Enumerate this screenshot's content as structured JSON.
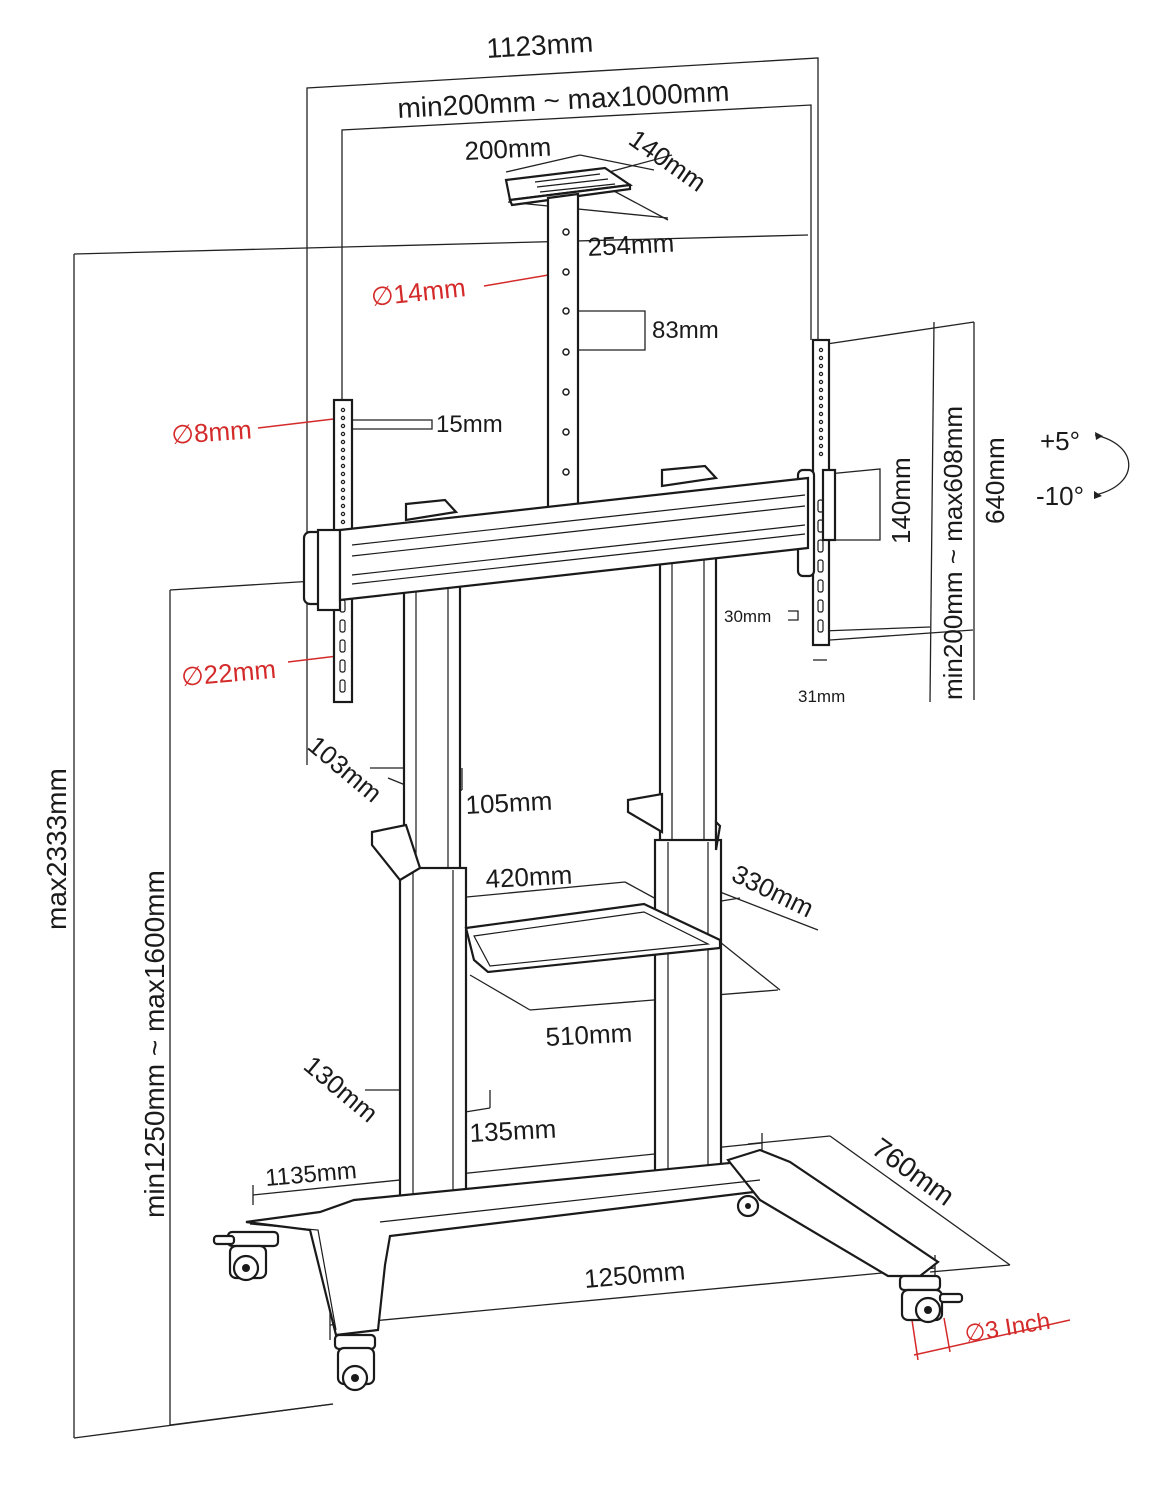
{
  "dimensions": {
    "overall_width": "1123mm",
    "vesa_range": "min200mm ~ max1000mm",
    "top_plate_width": "200mm",
    "top_plate_depth": "140mm",
    "top_plate_length": "254mm",
    "column_hole_diameter": "∅14mm",
    "column_hole_spacing": "83mm",
    "bracket_hole_diameter": "∅8mm",
    "bracket_hole_spacing": "15mm",
    "bracket_slot_diameter": "∅22mm",
    "vertical_range": "min200mm ~ max608mm",
    "bracket_length": "640mm",
    "mount_height": "140mm",
    "slot_spacing": "30mm",
    "bracket_width": "31mm",
    "tilt_up": "+5°",
    "tilt_down": "-10°",
    "max_height": "max2333mm",
    "height_range": "min1250mm ~ max1600mm",
    "upper_column_depth": "103mm",
    "upper_column_width": "105mm",
    "shelf_width": "420mm",
    "shelf_depth": "330mm",
    "shelf_length": "510mm",
    "lower_column_depth": "130mm",
    "lower_column_width": "135mm",
    "base_inner_width": "1135mm",
    "base_depth": "760mm",
    "base_width": "1250mm",
    "caster_diameter": "∅3 Inch"
  },
  "colors": {
    "line": "#1a1a1a",
    "accent_red": "#d42a2a"
  }
}
